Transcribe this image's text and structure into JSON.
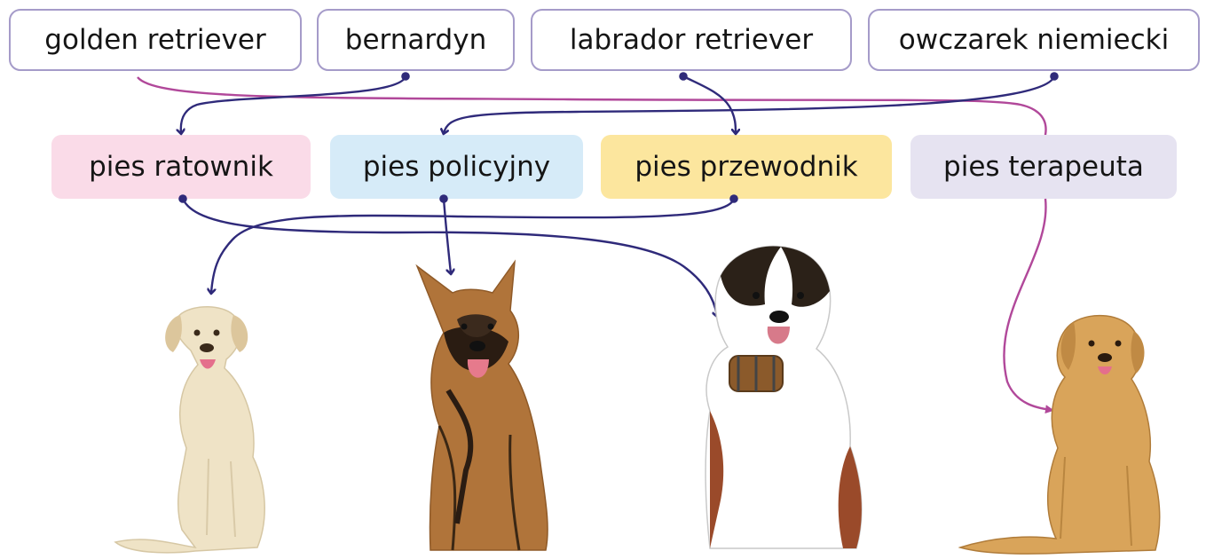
{
  "breeds": [
    {
      "label": "golden retriever"
    },
    {
      "label": "bernardyn"
    },
    {
      "label": "labrador retriever"
    },
    {
      "label": "owczarek niemiecki"
    }
  ],
  "roles": [
    {
      "label": "pies ratownik",
      "color": "#fadbe8"
    },
    {
      "label": "pies policyjny",
      "color": "#d6ebf8"
    },
    {
      "label": "pies przewodnik",
      "color": "#fce69e"
    },
    {
      "label": "pies terapeuta",
      "color": "#e6e3f1"
    }
  ],
  "connector_colors": {
    "dark": "#2f2a7a",
    "magenta": "#b1489a"
  },
  "dogs": [
    {
      "icon": "labrador-retriever-photo",
      "coat": "#efe3c6"
    },
    {
      "icon": "german-shepherd-photo",
      "coat": "#b0743a"
    },
    {
      "icon": "saint-bernard-photo",
      "coat": "#ffffff"
    },
    {
      "icon": "golden-retriever-photo",
      "coat": "#d9a45a"
    }
  ]
}
